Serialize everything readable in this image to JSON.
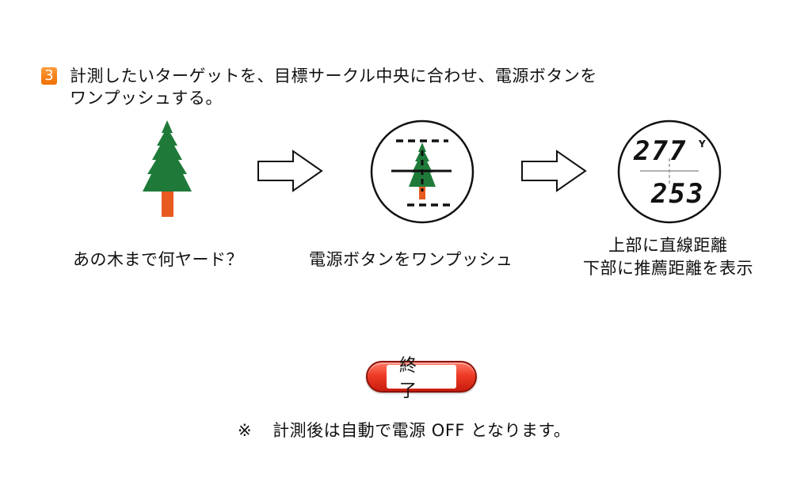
{
  "step": {
    "number": "3",
    "line1": "計測したいターゲットを、目標サークル中央に合わせ、電源ボタンを",
    "line2": "ワンプッシュする。"
  },
  "panels": [
    {
      "caption": "あの木まで何ヤード？"
    },
    {
      "caption": "電源ボタンをワンプッシュ"
    },
    {
      "caption_line1": "上部に直線距離",
      "caption_line2": "下部に推薦距離を表示",
      "display": {
        "top_value": "277",
        "unit": "Y",
        "bottom_value": "253"
      }
    }
  ],
  "end_button": {
    "label": "終了"
  },
  "note": {
    "mark": "※",
    "text": "計測後は自動で電源 OFF となります。"
  },
  "colors": {
    "step_badge": "#f58220",
    "tree_foliage": "#1f7a3a",
    "tree_trunk": "#e85a1f",
    "end_button": "#e53a25"
  }
}
